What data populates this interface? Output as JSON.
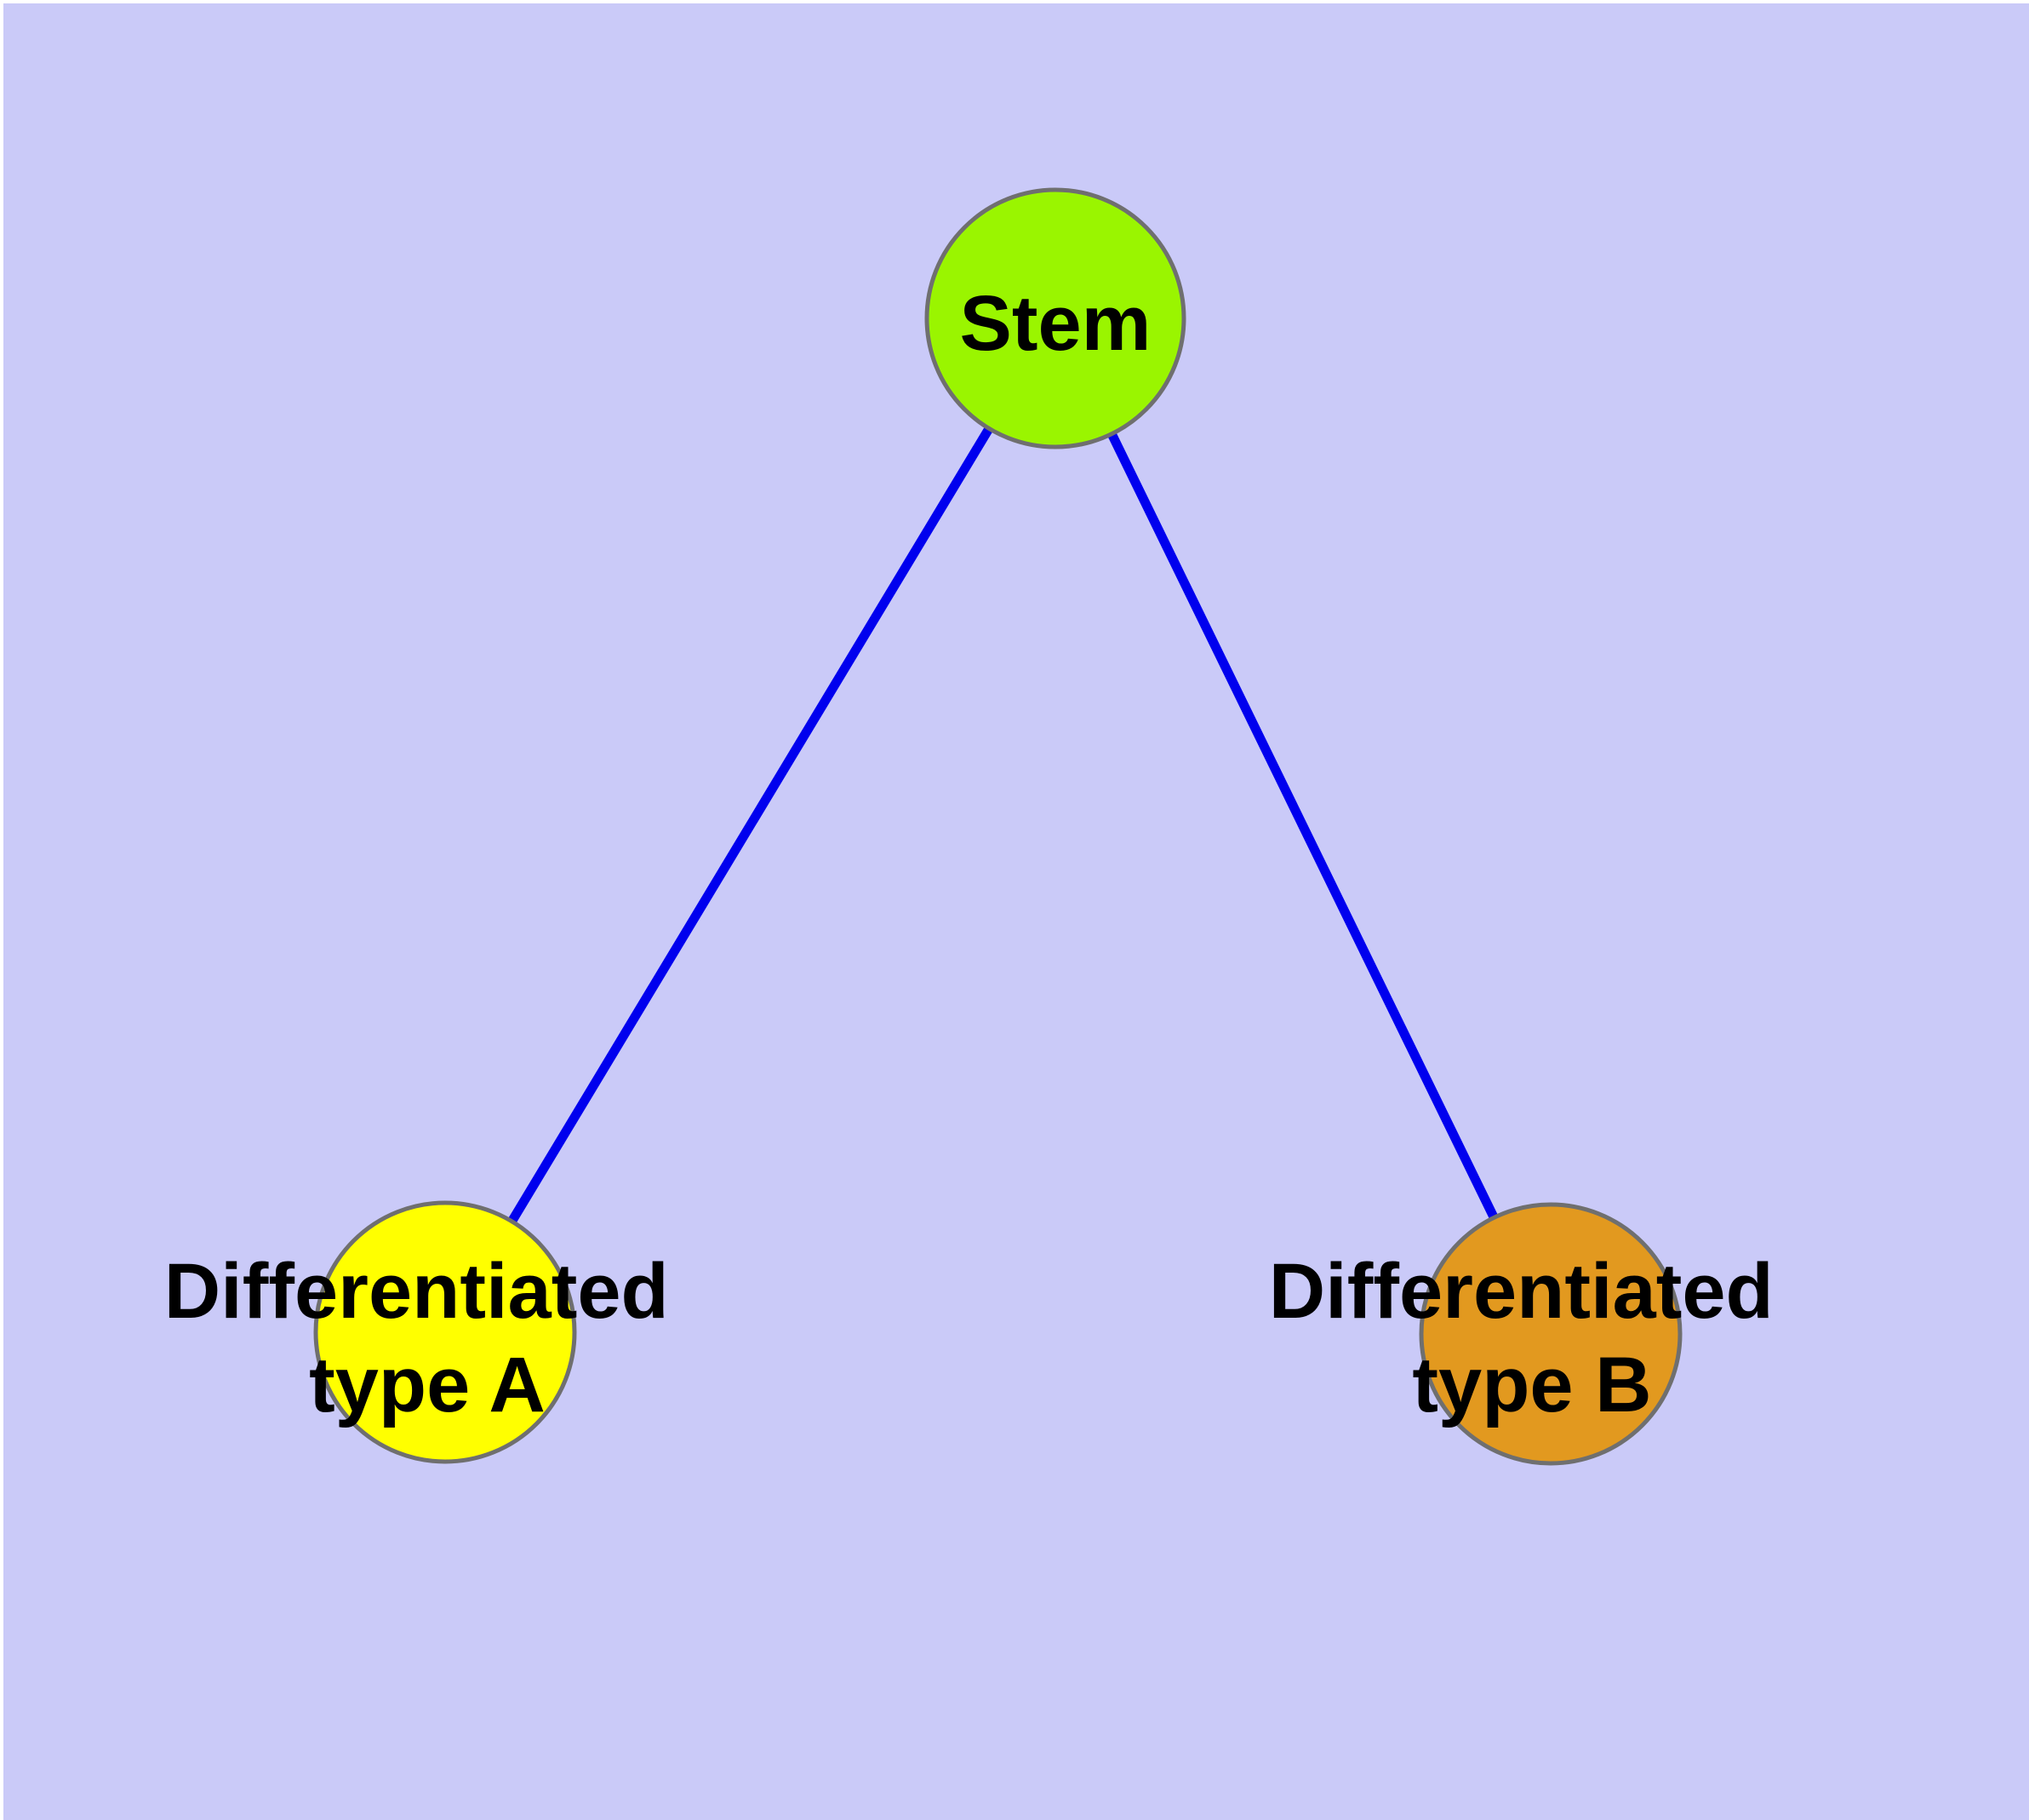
{
  "diagram": {
    "background_color": "#cacaf8",
    "edge_color": "#0000ee",
    "node_border_color": "#6f6f6f",
    "label_color": "#000000",
    "nodes": {
      "stem": {
        "label": "Stem",
        "fill": "#9af500"
      },
      "type_a": {
        "label_line1": "Differentiated",
        "label_line2": "type A",
        "fill": "#ffff00"
      },
      "type_b": {
        "label_line1": "Differentiated",
        "label_line2": "type B",
        "fill": "#e2991f"
      }
    },
    "edges": [
      {
        "from": "Stem",
        "to": "Differentiated type A"
      },
      {
        "from": "Stem",
        "to": "Differentiated type B"
      }
    ]
  }
}
